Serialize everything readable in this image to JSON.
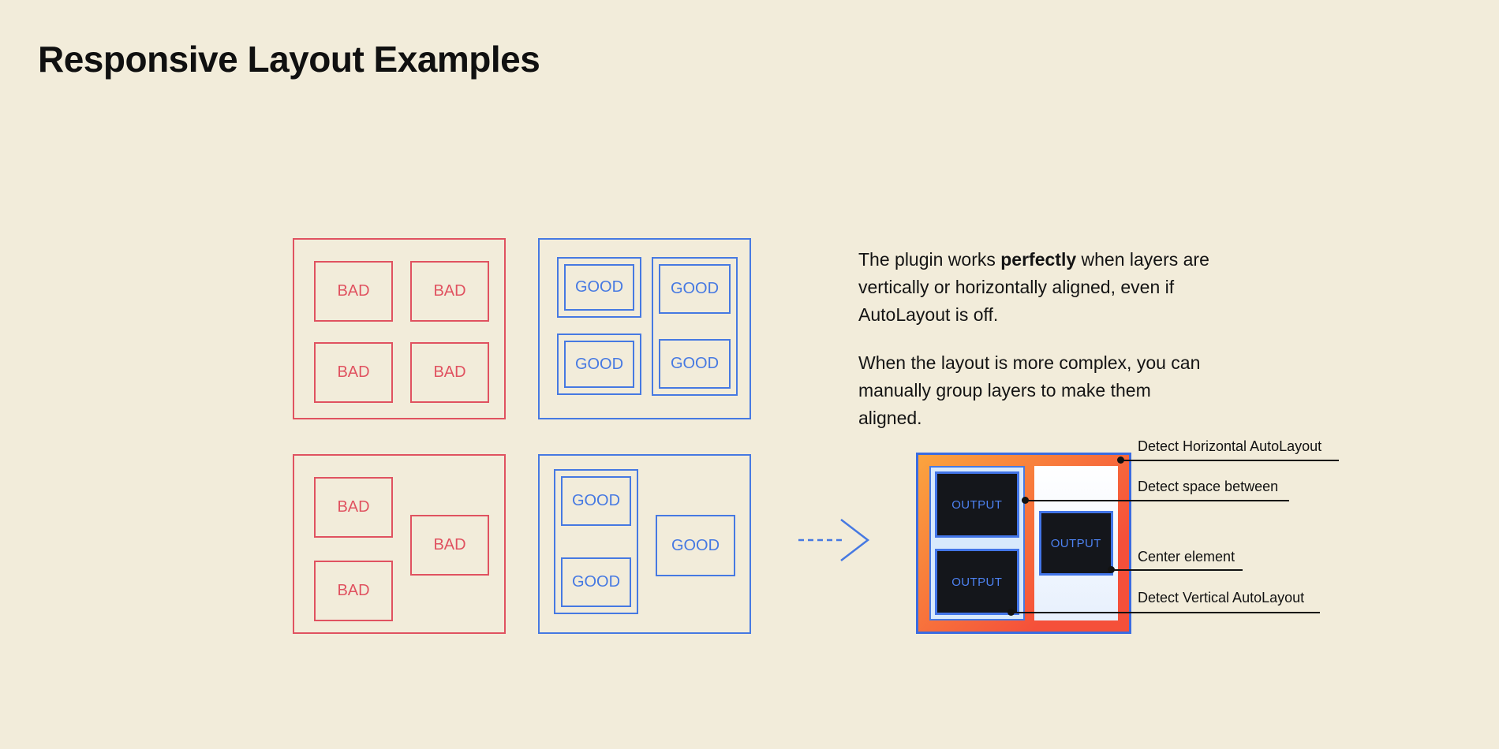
{
  "title": "Responsive Layout Examples",
  "labels": {
    "bad": "BAD",
    "good": "GOOD",
    "output": "OUTPUT"
  },
  "description": {
    "p1_before": "The plugin works ",
    "p1_bold": "perfectly",
    "p1_after": " when layers are vertically or horizontally aligned, even if AutoLayout is off.",
    "p2": "When the layout is more complex, you can manually group layers to make them aligned."
  },
  "annotations": [
    {
      "label": "Detect Horizontal AutoLayout"
    },
    {
      "label": "Detect space between"
    },
    {
      "label": "Center element"
    },
    {
      "label": "Detect Vertical AutoLayout"
    }
  ],
  "colors": {
    "background": "#f2ecda",
    "bad_red": "#e05260",
    "good_blue": "#4679e2",
    "result_border_blue": "#3a6ce2",
    "result_gradient_start": "#fba43e",
    "result_gradient_end": "#f5503a",
    "panel_light_blue": "#d8e9fc",
    "output_background": "#14161b",
    "output_text_blue": "#4d82f2",
    "annotation_black": "#121212"
  }
}
